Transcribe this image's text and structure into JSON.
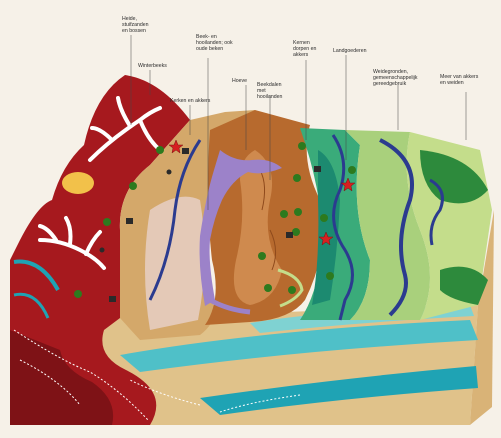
{
  "labels": {
    "heide": [
      "Heide,",
      "stuifzanden",
      "en bossen"
    ],
    "winterbeeks": [
      "Winterbeeks"
    ],
    "kerken": [
      "Kerken en akkers"
    ],
    "beeke_line1": [
      "Beek- en",
      "hooilanden; ook",
      "oude beken"
    ],
    "hoeve": [
      "Hoeve"
    ],
    "beekdalen": [
      "Beekdalen",
      "met",
      "hooilanden"
    ],
    "kernen": [
      "Kernen",
      "dorpen en",
      "akkers"
    ],
    "landgoederen": [
      "Landgoederen"
    ],
    "weidegronden": [
      "Weidegronden,",
      "gemeenschappelijk",
      "gereedgebruik"
    ],
    "meer": [
      "Meer van akkers",
      "en weiden"
    ]
  },
  "colors": {
    "heathland": "#a6191e",
    "heathland_dark": "#7e1216",
    "sand_block": "#d4a86a",
    "peach_zone": "#e0ad78",
    "pink_zone": "#e4c9b7",
    "brown_zone": "#b76a2e",
    "brown_dark": "#8f4a1c",
    "teal_dark": "#1c8a70",
    "teal_mid": "#3aab7a",
    "light_green": "#a9d07c",
    "pale_green": "#c4dd8b",
    "green_dark": "#2d8a3c",
    "river_blue": "#2b3b8f",
    "water_cyan": "#1fa3b4",
    "lavender": "#9c82c9",
    "yellow": "#f2c14a",
    "sand_sides": "#e0c28a"
  }
}
